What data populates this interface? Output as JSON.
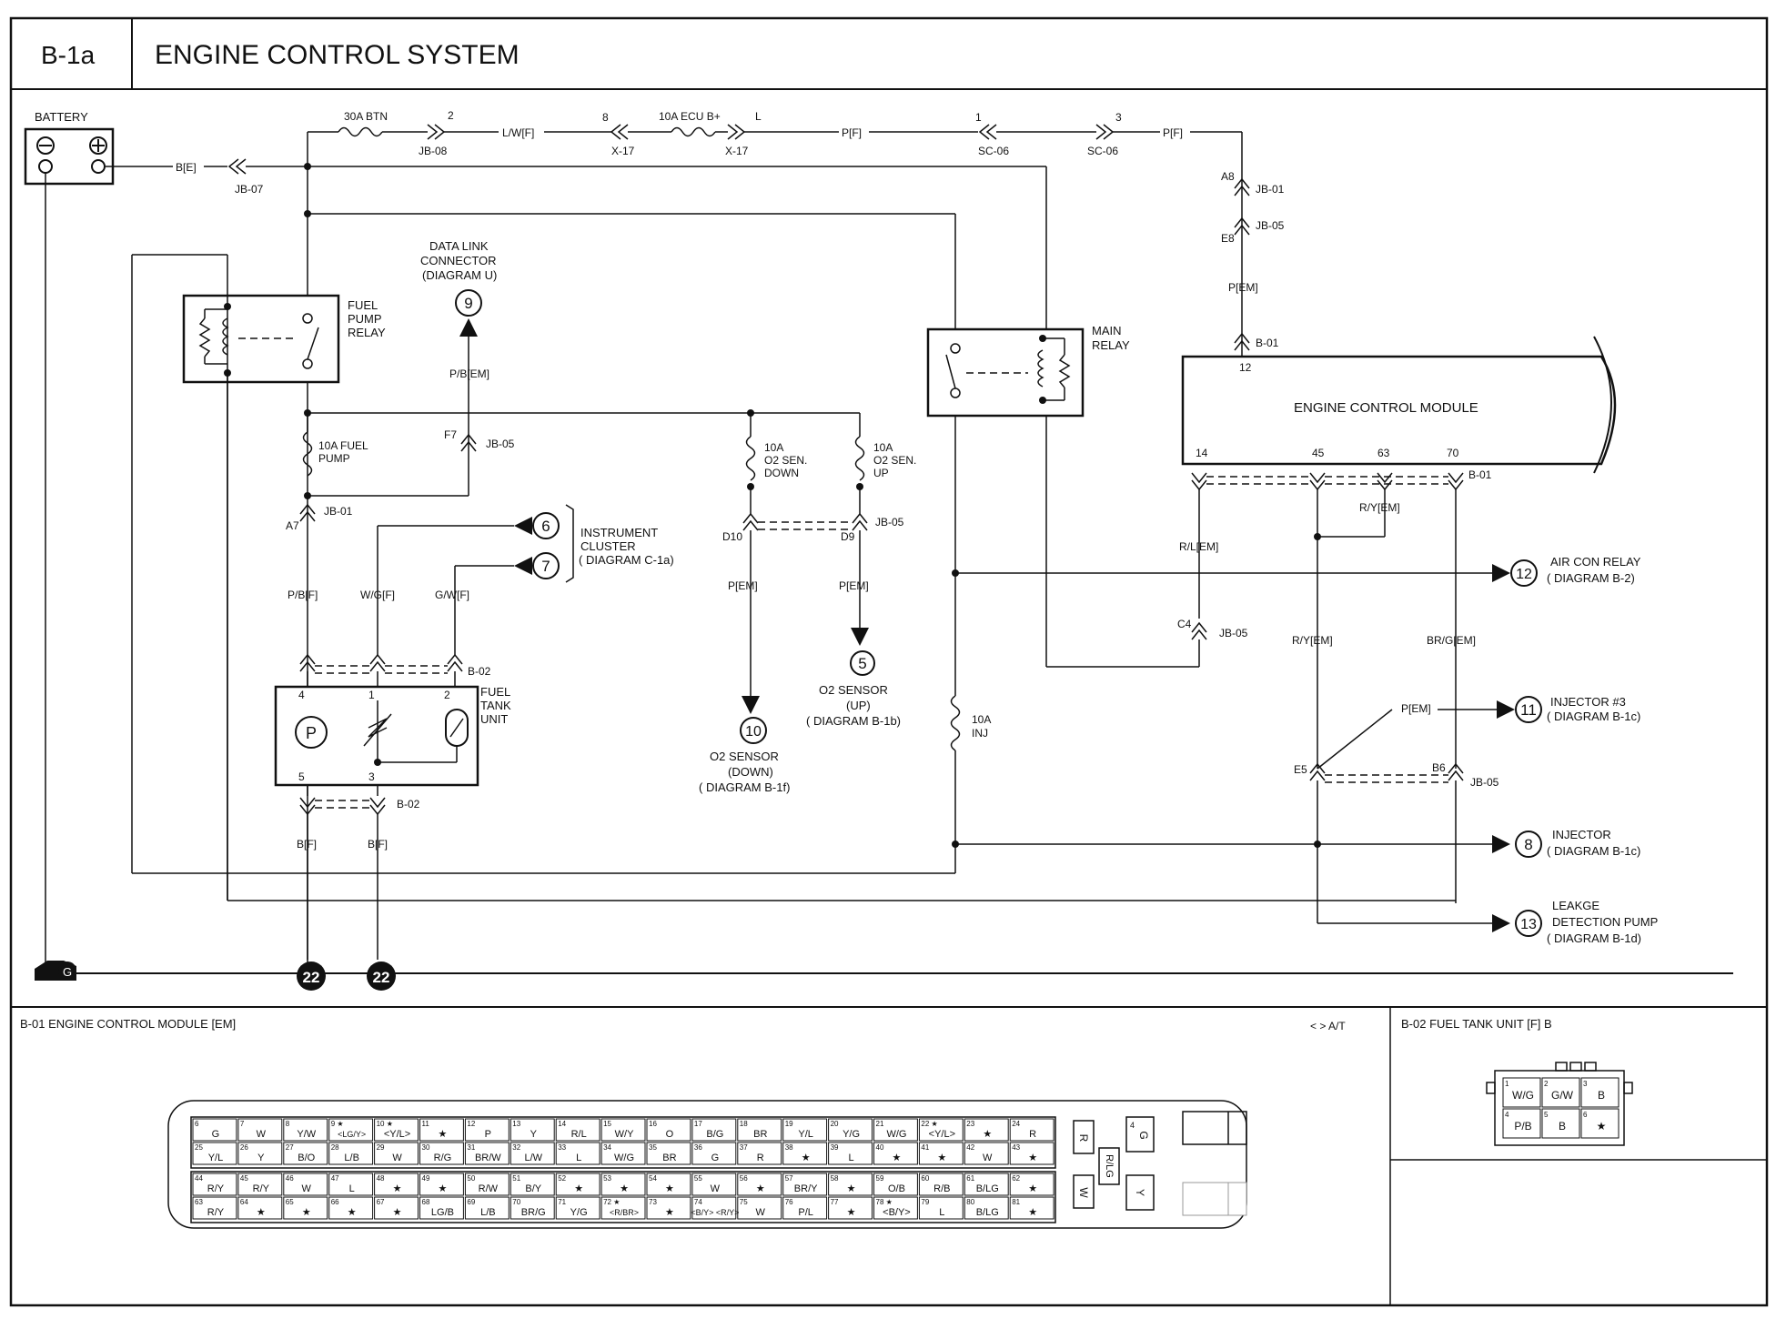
{
  "header": {
    "code": "B-1a",
    "title": "ENGINE CONTROL SYSTEM"
  },
  "labels": {
    "battery": "BATTERY",
    "fuse_30a": "30A BTN",
    "wire_le": "B[E]",
    "jb07": "JB-07",
    "n2": "2",
    "jb08": "JB-08",
    "wire_uwf": "L/W[F]",
    "n8": "8",
    "x17a": "X-17",
    "fuse_ecu": "10A ECU B+",
    "l_label": "L",
    "x17b": "X-17",
    "wire_pf1": "P[F]",
    "n1": "1",
    "sc06a": "SC-06",
    "sc06b": "SC-06",
    "n3": "3",
    "wire_pf2": "P[F]",
    "a8": "A8",
    "jb01a": "JB-01",
    "e8": "E8",
    "jb05a": "JB-05",
    "wire_pem": "P[EM]",
    "b01a": "B-01",
    "pin12": "12",
    "ecm": "ENGINE CONTROL MODULE",
    "pin14": "14",
    "pin45": "45",
    "pin63": "63",
    "pin70": "70",
    "b01b": "B-01",
    "dlc1": "DATA LINK",
    "dlc2": "CONNECTOR",
    "dlc3": "(DIAGRAM U)",
    "c9": "9",
    "fpr1": "FUEL",
    "fpr2": "PUMP",
    "fpr3": "RELAY",
    "wire_pbem": "P/B[EM]",
    "mr1": "MAIN",
    "mr2": "RELAY",
    "f7": "F7",
    "jb05b": "JB-05",
    "fuse_fp1": "10A FUEL",
    "fuse_fp2": "PUMP",
    "fs_down1": "10A",
    "fs_down2": "O2 SEN.",
    "fs_down3": "DOWN",
    "fs_up1": "10A",
    "fs_up2": "O2 SEN.",
    "fs_up3": "UP",
    "a7": "A7",
    "jb01b": "JB-01",
    "c6": "6",
    "c7": "7",
    "ic1": "INSTRUMENT",
    "ic2": "CLUSTER",
    "ic3": "( DIAGRAM C-1a)",
    "d10": "D10",
    "d9": "D9",
    "jb05c": "JB-05",
    "wire_rlem": "R/L[EM]",
    "wire_ryem1": "R/Y[EM]",
    "wire_pbf": "P/B[F]",
    "wire_wgf": "W/G[F]",
    "wire_gwf": "G/W[F]",
    "wire_pem_d": "P[EM]",
    "wire_pem_u": "P[EM]",
    "c12": "12",
    "acr1": "AIR CON RELAY",
    "acr2": "( DIAGRAM B-2)",
    "c4": "C4",
    "jb05d": "JB-05",
    "wire_ryem2": "R/Y[EM]",
    "wire_brgem": "BR/G[EM]",
    "b02a": "B-02",
    "ftu1": "FUEL",
    "ftu2": "TANK",
    "ftu3": "UNIT",
    "p4": "4",
    "p1": "1",
    "p2": "2",
    "pump_p": "P",
    "c5": "5",
    "o2up1": "O2 SENSOR",
    "o2up2": "(UP)",
    "o2up3": "( DIAGRAM B-1b)",
    "fuse_inj1": "10A",
    "fuse_inj2": "INJ",
    "wire_pem_inj": "P[EM]",
    "c11": "11",
    "inj3a": "INJECTOR #3",
    "inj3b": "( DIAGRAM B-1c)",
    "c10": "10",
    "o2dn1": "O2 SENSOR",
    "o2dn2": "(DOWN)",
    "o2dn3": "( DIAGRAM B-1f)",
    "p5": "5",
    "p3": "3",
    "b02b": "B-02",
    "e5": "E5",
    "b6": "B6",
    "jb05e": "JB-05",
    "wire_bf1": "B[F]",
    "wire_bf2": "B[F]",
    "c8": "8",
    "inj1": "INJECTOR",
    "inj2": "( DIAGRAM B-1c)",
    "lk1": "LEAKGE",
    "lk2": "DETECTION PUMP",
    "lk3": "( DIAGRAM B-1d)",
    "c13": "13",
    "gnd_g": "G",
    "g22a": "22",
    "g22b": "22"
  },
  "footer": {
    "b01_title": "B-01 ENGINE CONTROL MODULE [EM]",
    "at_note": "< > A/T",
    "b02_title": "B-02 FUEL TANK UNIT [F] B"
  },
  "ecm_connector": {
    "block_a": [
      [
        [
          "6",
          "G"
        ],
        [
          "7",
          "W"
        ],
        [
          "8",
          "Y/W"
        ],
        [
          "9 ★",
          "<LG/Y>"
        ],
        [
          "10 ★",
          "<Y/L>"
        ],
        [
          "11",
          "★"
        ],
        [
          "12",
          "P"
        ],
        [
          "13",
          "Y"
        ],
        [
          "14",
          "R/L"
        ],
        [
          "15",
          "W/Y"
        ],
        [
          "16",
          "O"
        ],
        [
          "17",
          "B/G"
        ],
        [
          "18",
          "BR"
        ],
        [
          "19",
          "Y/L"
        ],
        [
          "20",
          "Y/G"
        ],
        [
          "21",
          "W/G"
        ],
        [
          "22 ★",
          "<Y/L>"
        ],
        [
          "23",
          "★"
        ],
        [
          "24",
          "R"
        ]
      ],
      [
        [
          "25",
          "Y/L"
        ],
        [
          "26",
          "Y"
        ],
        [
          "27",
          "B/O"
        ],
        [
          "28",
          "L/B"
        ],
        [
          "29",
          "W"
        ],
        [
          "30",
          "R/G"
        ],
        [
          "31",
          "BR/W"
        ],
        [
          "32",
          "L/W"
        ],
        [
          "33",
          "L"
        ],
        [
          "34",
          "W/G"
        ],
        [
          "35",
          "BR"
        ],
        [
          "36",
          "G"
        ],
        [
          "37",
          "R"
        ],
        [
          "38",
          "★"
        ],
        [
          "39",
          "L"
        ],
        [
          "40",
          "★"
        ],
        [
          "41",
          "★"
        ],
        [
          "42",
          "W"
        ],
        [
          "43",
          "★"
        ]
      ]
    ],
    "block_b": [
      [
        [
          "44",
          "R/Y"
        ],
        [
          "45",
          "R/Y"
        ],
        [
          "46",
          "W"
        ],
        [
          "47",
          "L"
        ],
        [
          "48",
          "★"
        ],
        [
          "49",
          "★"
        ],
        [
          "50",
          "R/W"
        ],
        [
          "51",
          "B/Y"
        ],
        [
          "52",
          "★"
        ],
        [
          "53",
          "★"
        ],
        [
          "54",
          "★"
        ],
        [
          "55",
          "W"
        ],
        [
          "56",
          "★"
        ],
        [
          "57",
          "BR/Y"
        ],
        [
          "58",
          "★"
        ],
        [
          "59",
          "O/B"
        ],
        [
          "60",
          "R/B"
        ],
        [
          "61",
          "B/LG"
        ],
        [
          "62",
          "★"
        ]
      ],
      [
        [
          "63",
          "R/Y"
        ],
        [
          "64",
          "★"
        ],
        [
          "65",
          "★"
        ],
        [
          "66",
          "★"
        ],
        [
          "67",
          "★"
        ],
        [
          "68",
          "LG/B"
        ],
        [
          "69",
          "L/B"
        ],
        [
          "70",
          "BR/G"
        ],
        [
          "71",
          "Y/G"
        ],
        [
          "72 ★",
          "<R/BR>"
        ],
        [
          "73",
          "★"
        ],
        [
          "74",
          "<B/Y> <R/Y>"
        ],
        [
          "75",
          "W"
        ],
        [
          "76",
          "P/L"
        ],
        [
          "77",
          "★"
        ],
        [
          "78 ★",
          "<B/Y>"
        ],
        [
          "79",
          "L"
        ],
        [
          "80",
          "B/LG"
        ],
        [
          "81",
          "★"
        ]
      ]
    ],
    "side": {
      "r": "R",
      "w": "W",
      "rlg": "R/LG",
      "g4": "4",
      "g": "G",
      "y": "Y"
    }
  },
  "b02_connector": {
    "pins": [
      [
        "1",
        "W/G"
      ],
      [
        "2",
        "G/W"
      ],
      [
        "3",
        "B"
      ],
      [
        "4",
        "P/B"
      ],
      [
        "5",
        "B"
      ],
      [
        "6",
        "★"
      ]
    ]
  }
}
